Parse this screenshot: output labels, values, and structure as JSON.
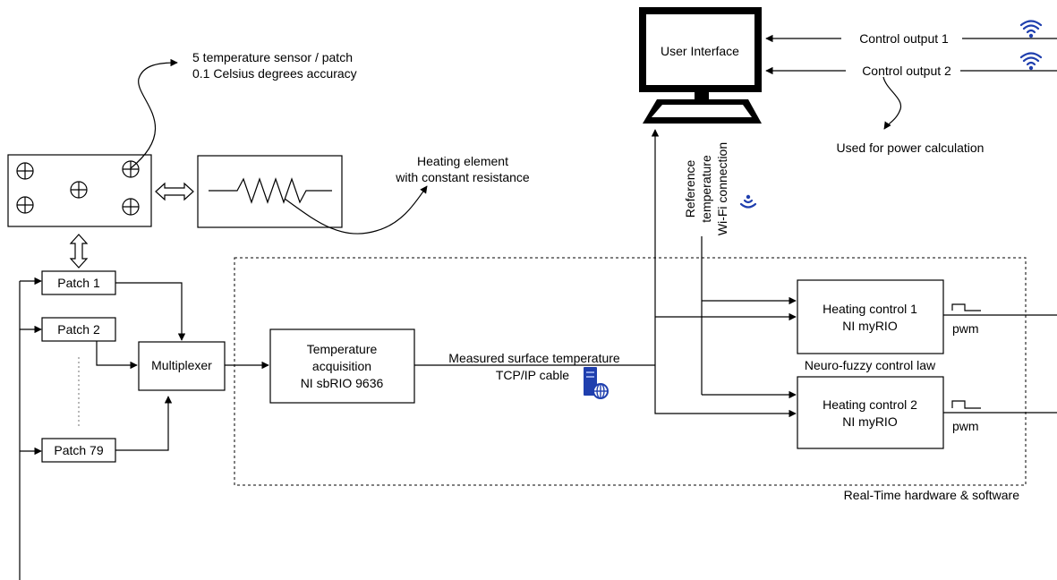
{
  "sensor_note": {
    "line1": "5 temperature sensor / patch",
    "line2": "0.1 Celsius degrees accuracy"
  },
  "heating_note": {
    "line1": "Heating element",
    "line2": "with constant resistance"
  },
  "patches": [
    {
      "label": "Patch 1"
    },
    {
      "label": "Patch 2"
    },
    {
      "label": "Patch 79"
    }
  ],
  "multiplexer": {
    "label": "Multiplexer"
  },
  "acquisition": {
    "line1": "Temperature",
    "line2": "acquisition",
    "line3": "NI sbRIO 9636"
  },
  "link_label": {
    "line1": "Measured surface temperature",
    "line2": "TCP/IP cable"
  },
  "user_interface": {
    "label": "User Interface"
  },
  "control_outputs": [
    {
      "label": "Control output 1"
    },
    {
      "label": "Control output 2"
    }
  ],
  "power_note": "Used for power calculation",
  "vertical_label": {
    "line1": "Reference",
    "line2": "temperature",
    "line3": "Wi-Fi connection"
  },
  "controllers": [
    {
      "line1": "Heating control 1",
      "line2": "NI myRIO"
    },
    {
      "line1": "Heating control 2",
      "line2": "NI myRIO"
    }
  ],
  "control_law": "Neuro-fuzzy control law",
  "pwm_label": "pwm",
  "realtime_label": "Real-Time hardware & software",
  "colors": {
    "wifi": "#1f3fae",
    "server": "#1f3fae"
  }
}
